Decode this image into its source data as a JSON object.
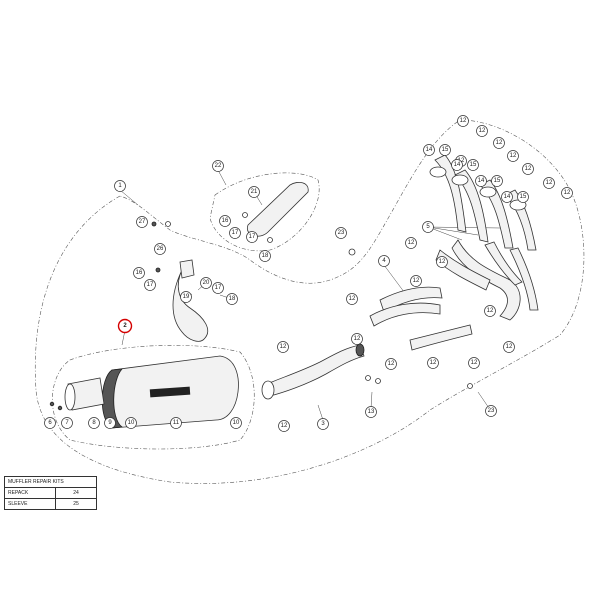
{
  "callouts": [
    {
      "id": "1",
      "label": "1"
    },
    {
      "id": "2",
      "label": "2",
      "highlight": true
    },
    {
      "id": "3",
      "label": "3"
    },
    {
      "id": "4",
      "label": "4"
    },
    {
      "id": "5",
      "label": "5"
    },
    {
      "id": "6",
      "label": "6"
    },
    {
      "id": "7",
      "label": "7"
    },
    {
      "id": "8",
      "label": "8"
    },
    {
      "id": "9",
      "label": "9"
    },
    {
      "id": "10a",
      "label": "10"
    },
    {
      "id": "10b",
      "label": "10"
    },
    {
      "id": "11",
      "label": "11"
    },
    {
      "id": "12a",
      "label": "12"
    },
    {
      "id": "12b",
      "label": "12"
    },
    {
      "id": "12c",
      "label": "12"
    },
    {
      "id": "12d",
      "label": "12"
    },
    {
      "id": "12e",
      "label": "12"
    },
    {
      "id": "12f",
      "label": "12"
    },
    {
      "id": "12g",
      "label": "12"
    },
    {
      "id": "12h",
      "label": "12"
    },
    {
      "id": "12i",
      "label": "12"
    },
    {
      "id": "12j",
      "label": "12"
    },
    {
      "id": "12k",
      "label": "12"
    },
    {
      "id": "12l",
      "label": "12"
    },
    {
      "id": "12m",
      "label": "12"
    },
    {
      "id": "12n",
      "label": "12"
    },
    {
      "id": "12o",
      "label": "12"
    },
    {
      "id": "12p",
      "label": "12"
    },
    {
      "id": "12q",
      "label": "12"
    },
    {
      "id": "12r",
      "label": "12"
    },
    {
      "id": "12s",
      "label": "12"
    },
    {
      "id": "12t",
      "label": "12"
    },
    {
      "id": "13",
      "label": "13"
    },
    {
      "id": "14a",
      "label": "14"
    },
    {
      "id": "14b",
      "label": "14"
    },
    {
      "id": "14c",
      "label": "14"
    },
    {
      "id": "14d",
      "label": "14"
    },
    {
      "id": "15a",
      "label": "15"
    },
    {
      "id": "15b",
      "label": "15"
    },
    {
      "id": "15c",
      "label": "15"
    },
    {
      "id": "15d",
      "label": "15"
    },
    {
      "id": "16a",
      "label": "16"
    },
    {
      "id": "16b",
      "label": "16"
    },
    {
      "id": "17a",
      "label": "17"
    },
    {
      "id": "17b",
      "label": "17"
    },
    {
      "id": "17c",
      "label": "17"
    },
    {
      "id": "17d",
      "label": "17"
    },
    {
      "id": "18a",
      "label": "18"
    },
    {
      "id": "18b",
      "label": "18"
    },
    {
      "id": "19",
      "label": "19"
    },
    {
      "id": "20",
      "label": "20"
    },
    {
      "id": "21",
      "label": "21"
    },
    {
      "id": "22",
      "label": "22"
    },
    {
      "id": "23a",
      "label": "23"
    },
    {
      "id": "23b",
      "label": "23"
    },
    {
      "id": "26",
      "label": "26"
    },
    {
      "id": "27",
      "label": "27"
    }
  ],
  "kits_table": {
    "header": "MUFFLER REPAIR KITS",
    "rows": [
      {
        "name": "REPACK",
        "number": "24"
      },
      {
        "name": "SLEEVE",
        "number": "25"
      }
    ]
  },
  "colors": {
    "highlight": "#d40000",
    "line": "#333333"
  }
}
